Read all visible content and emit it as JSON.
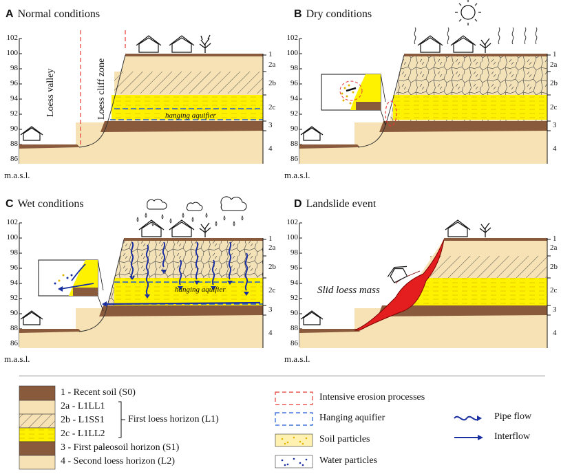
{
  "panels": {
    "a": {
      "letter": "A",
      "title": "Normal conditions",
      "label_valley": "Loess valley",
      "label_cliff": "Loess cliff zone",
      "aquifer": "hanging aquifier"
    },
    "b": {
      "letter": "B",
      "title": "Dry conditions"
    },
    "c": {
      "letter": "C",
      "title": "Wet conditions",
      "aquifer": "hanging aquifier"
    },
    "d": {
      "letter": "D",
      "title": "Landslide event",
      "slid": "Slid loess mass"
    }
  },
  "axis": {
    "ticks": [
      "102",
      "100",
      "98",
      "96",
      "94",
      "92",
      "90",
      "88",
      "86"
    ],
    "unit": "m.a.s.l."
  },
  "layer_labels": [
    "1",
    "2a",
    "2b",
    "2c",
    "3",
    "4"
  ],
  "legend": {
    "layers": [
      {
        "id": "1",
        "label": "1 - Recent soil (S0)"
      },
      {
        "id": "2a",
        "label": "2a - L1LL1"
      },
      {
        "id": "2b",
        "label": "2b - L1SS1"
      },
      {
        "id": "2c",
        "label": "2c - L1LL2"
      },
      {
        "id": "3",
        "label": "3 - First paleosoil horizon (S1)"
      },
      {
        "id": "4",
        "label": "4 - Second loess horizon (L2)"
      }
    ],
    "group_label": "First loess horizon (L1)",
    "symbols": [
      "Intensive erosion processes",
      "Hanging aquifier",
      "Soil particles",
      "Water particles"
    ],
    "arrows": [
      "Pipe flow",
      "Interflow"
    ]
  },
  "colors": {
    "soil": "#8a5a3c",
    "loess": "#f6e2b4",
    "aquifer_yellow": "#fff200",
    "erosion": "#e53935",
    "aquifer_line": "#1e5bd6",
    "flow": "#1a2fa0",
    "landslide": "#e41e1e"
  }
}
